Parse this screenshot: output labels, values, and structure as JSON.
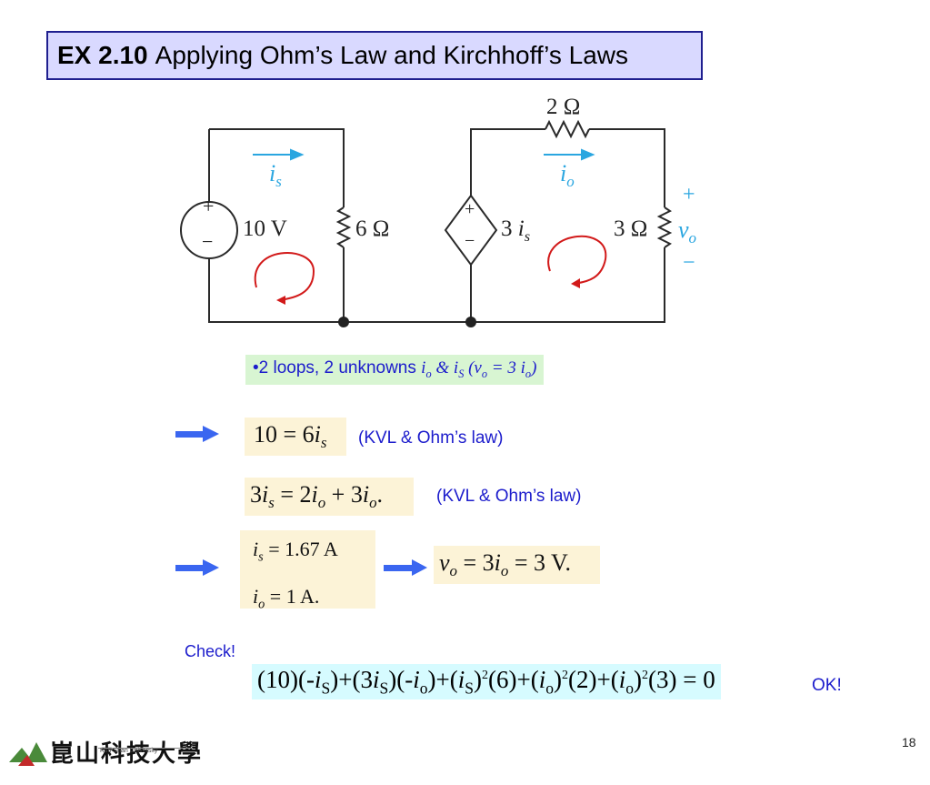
{
  "title": {
    "prefix": "EX 2.10",
    "text": "Applying Ohm’s Law and Kirchhoff’s Laws"
  },
  "circuit": {
    "source_voltage": "10 V",
    "source_plus": "+",
    "source_minus": "−",
    "dep_plus": "+",
    "dep_minus": "−",
    "r6": "6 Ω",
    "r2": "2 Ω",
    "r3": "3 Ω",
    "dep_coef": "3",
    "is_label": "i",
    "is_sub": "s",
    "io_label": "i",
    "io_sub": "o",
    "dep_sub": "s",
    "dep_i": "i",
    "vo_v": "v",
    "vo_sub": "o",
    "vo_plus": "+",
    "vo_minus": "−"
  },
  "info_box": {
    "text": "•2 loops, 2 unknowns",
    "expr": "i_o & i_S (v_o = 3 i_o)"
  },
  "eq1": {
    "math": "10 = 6i_s",
    "note": "(KVL & Ohm’s law)"
  },
  "eq2": {
    "math": "3i_s = 2i_o + 3i_o.",
    "note": "(KVL & Ohm’s law)"
  },
  "result": {
    "line1": "i_s = 1.67 A",
    "line2": "i_o = 1 A.",
    "vo": "v_o = 3i_o = 3 V."
  },
  "check": {
    "label": "Check!",
    "ok": "OK!"
  },
  "page_number": "18",
  "footer": {
    "university_en": "Kun Shan University",
    "university_cn": "崑山科技大學"
  },
  "colors": {
    "accent_blue": "#3a66f0",
    "annotation_cyan": "#2aa6e0",
    "loop_red": "#d21a1a",
    "title_bg": "#d9d9ff",
    "title_border": "#1f1f8f"
  }
}
